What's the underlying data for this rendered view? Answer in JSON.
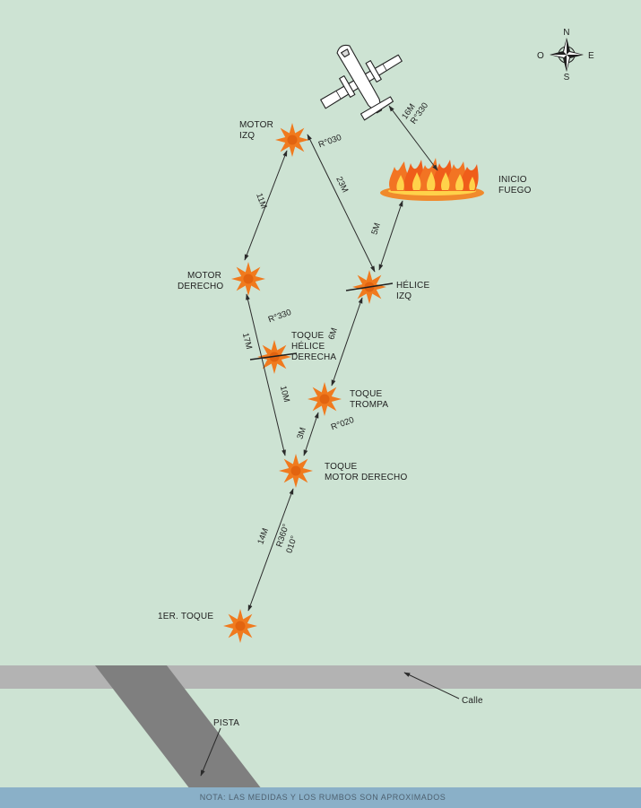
{
  "colors": {
    "background": "#cde3d3",
    "road": "#b3b3b3",
    "runway": "#7f7f7f",
    "note_bar": "#8ab0c8",
    "impact": "#f07a1e",
    "line": "#2b2b2b"
  },
  "compass": {
    "n": "N",
    "s": "S",
    "e": "E",
    "o": "O"
  },
  "labels": {
    "motor_izq": [
      "MOTOR",
      "IZQ"
    ],
    "inicio_fuego": [
      "INICIO",
      "FUEGO"
    ],
    "motor_derecho": [
      "MOTOR",
      "DERECHO"
    ],
    "helice_izq": [
      "HÉLICE",
      "IZQ"
    ],
    "toque_helice_derecha": [
      "TOQUE",
      "HÉLICE",
      "DERECHA"
    ],
    "toque_trompa": [
      "TOQUE",
      "TROMPA"
    ],
    "toque_motor_derecho": [
      "TOQUE",
      "MOTOR DERECHO"
    ],
    "primer_toque": "1ER. TOQUE",
    "calle": "Calle",
    "pista": "PISTA"
  },
  "measures": {
    "avion_fuego": [
      "16M",
      "R°330"
    ],
    "izq_helice_dist": "23M",
    "izq_helice_rumbo": "R°030",
    "izq_derecho": "11M",
    "fuego_helice": "5M",
    "derecho_toque_dist": "17M",
    "derecho_toque_rumbo": "R°330",
    "helice_trompa": "6M",
    "tmd_toque_helice": "10M",
    "tmd_trompa_dist": "3M",
    "tmd_trompa_rumbo": "R°020",
    "primer_tmd_dist": "14M",
    "primer_tmd_rumbo": [
      "R360°",
      "010°"
    ]
  },
  "note": "NOTA:  LAS MEDIDAS Y LOS RUMBOS SON APROXIMADOS"
}
